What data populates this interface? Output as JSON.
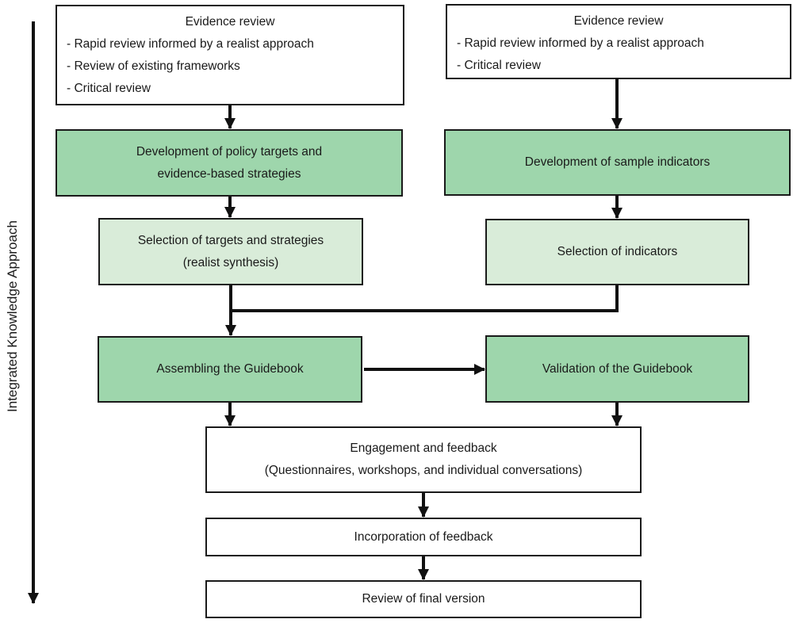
{
  "side_label": "Integrated Knowledge Approach",
  "colors": {
    "medium_green": "#9ed6ac",
    "light_green": "#d9ecd9",
    "line": "#111111"
  },
  "boxes": {
    "evidence_left": {
      "title": "Evidence review",
      "bullets": [
        "- Rapid review informed by a realist approach",
        "- Review of existing frameworks",
        "- Critical review"
      ]
    },
    "evidence_right": {
      "title": "Evidence review",
      "bullets": [
        "- Rapid review informed by a realist approach",
        "- Critical review"
      ]
    },
    "dev_policy": {
      "lines": [
        "Development of policy targets and",
        "evidence-based strategies"
      ]
    },
    "dev_indicators": {
      "label": "Development of sample indicators"
    },
    "sel_targets": {
      "lines": [
        "Selection of targets and strategies",
        "(realist synthesis)"
      ]
    },
    "sel_indicators": {
      "label": "Selection of indicators"
    },
    "assembling": {
      "label": "Assembling the Guidebook"
    },
    "validation": {
      "label": "Validation of the Guidebook"
    },
    "engagement": {
      "lines": [
        "Engagement and feedback",
        "(Questionnaires, workshops, and individual conversations)"
      ]
    },
    "incorporation": {
      "label": "Incorporation of feedback"
    },
    "review_final": {
      "label": "Review of final version"
    }
  }
}
